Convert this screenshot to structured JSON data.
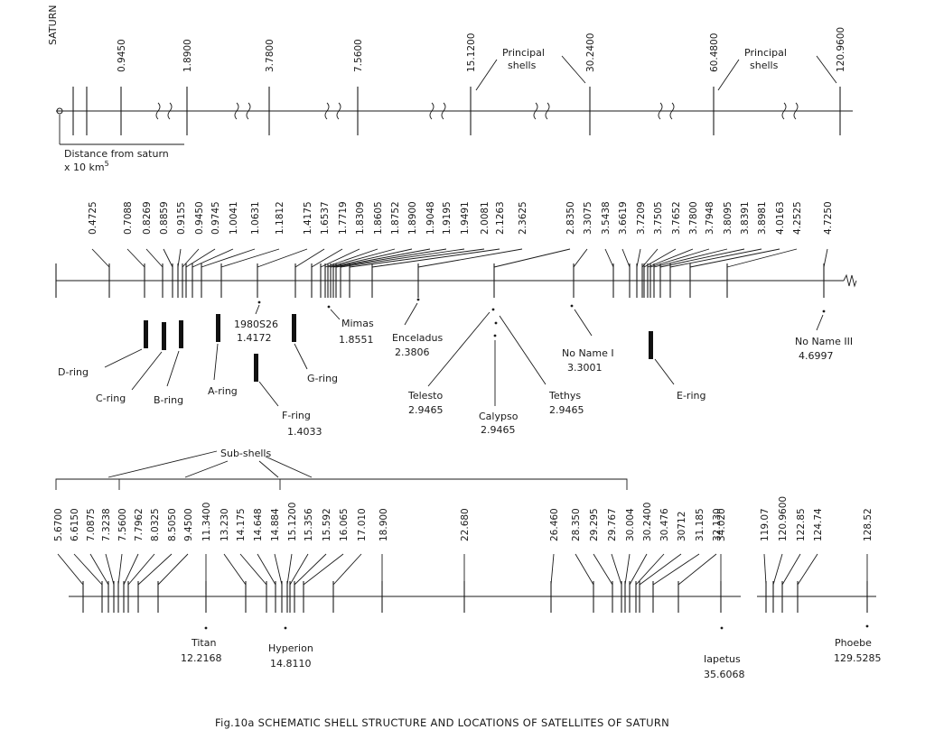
{
  "figure": {
    "caption": "Fig.10a SCHEMATIC SHELL STRUCTURE AND LOCATIONS OF SATELLITES OF SATURN"
  },
  "row1": {
    "planet_label": "SATURN",
    "ticks": [
      "0.9450",
      "1.8900",
      "3.7800",
      "7.5600",
      "15.1200",
      "30.2400",
      "60.4800",
      "120.9600"
    ],
    "principal_labels": [
      "Principal",
      "shells"
    ],
    "distance_label": "Distance from saturn",
    "distance_unit": "x 10 km",
    "distance_exponent": "5"
  },
  "row2": {
    "ticks": [
      "0.4725",
      "0.7088",
      "0.8269",
      "0.8859",
      "0.9155",
      "0.9450",
      "0.9745",
      "1.0041",
      "1.0631",
      "1.1812",
      "1.4175",
      "1.6537",
      "1.7719",
      "1.8309",
      "1.8605",
      "1.8752",
      "1.8900",
      "1.9048",
      "1.9195",
      "1.9491",
      "2.0081",
      "2.1263",
      "2.3625",
      "2.8350",
      "3.3075",
      "3.5438",
      "3.6619",
      "3.7209",
      "3.7505",
      "3.7652",
      "3.7800",
      "3.7948",
      "3.8095",
      "3.8391",
      "3.8981",
      "4.0163",
      "4.2525",
      "4.7250"
    ],
    "satellites": [
      {
        "name": "1980S26",
        "value": "1.4172"
      },
      {
        "name": "Mimas",
        "value": "1.8551"
      },
      {
        "name": "Enceladus",
        "value": "2.3806"
      },
      {
        "name": "Telesto",
        "value": "2.9465"
      },
      {
        "name": "Calypso",
        "value": "2.9465"
      },
      {
        "name": "Tethys",
        "value": "2.9465"
      },
      {
        "name": "No Name I",
        "value": "3.3001"
      },
      {
        "name": "No Name III",
        "value": "4.6997"
      }
    ],
    "rings": [
      "D-ring",
      "C-ring",
      "B-ring",
      "A-ring",
      "F-ring",
      "G-ring",
      "E-ring"
    ],
    "f_ring_value": "1.4033"
  },
  "row3": {
    "subshells_label": "Sub-shells",
    "ticks": [
      "5.6700",
      "6.6150",
      "7.0875",
      "7.3238",
      "7.5600",
      "7.7962",
      "8.0325",
      "8.5050",
      "9.4500",
      "11.3400",
      "13.230",
      "14.175",
      "14.648",
      "14.884",
      "15.1200",
      "15.356",
      "15.592",
      "16.065",
      "17.010",
      "18.900",
      "22.680",
      "26.460",
      "28.350",
      "29.295",
      "29.767",
      "30.004",
      "30.2400",
      "30.476",
      "30712",
      "31.185",
      "32.130",
      "34.020",
      "119.07",
      "120.9600",
      "122.85",
      "124.74",
      "128.52"
    ],
    "satellites": [
      {
        "name": "Titan",
        "value": "12.2168"
      },
      {
        "name": "Hyperion",
        "value": "14.8110"
      },
      {
        "name": "Iapetus",
        "value": "35.6068"
      },
      {
        "name": "Phoebe",
        "value": "129.5285"
      }
    ]
  }
}
